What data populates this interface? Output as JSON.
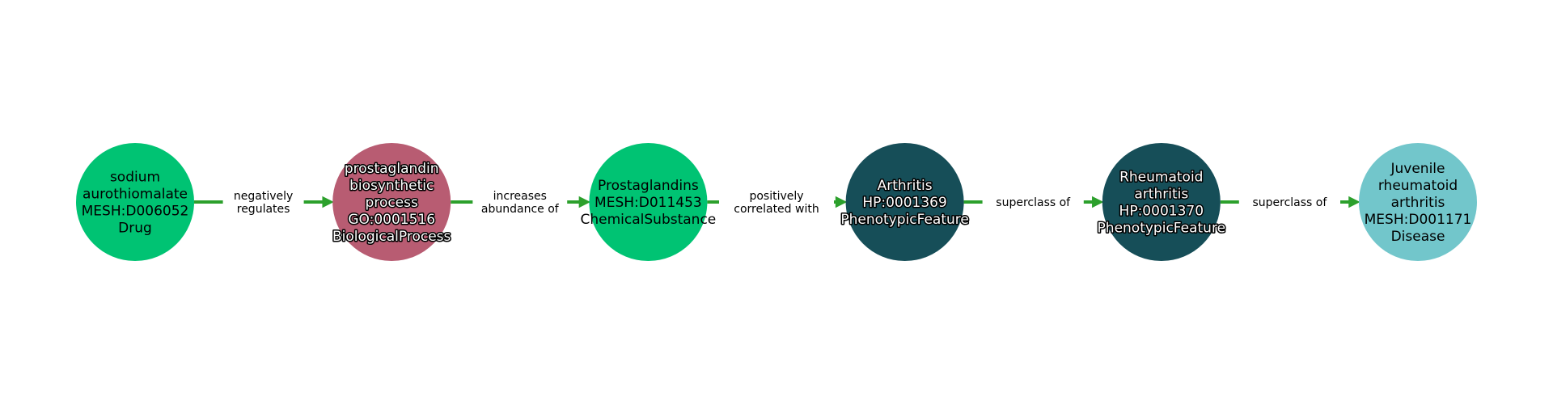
{
  "edge_color": "#2ca02c",
  "nodes": [
    {
      "lines": [
        "sodium",
        "aurothiomalate",
        "MESH:D006052",
        "Drug"
      ],
      "color": "#00c373",
      "halo": false
    },
    {
      "lines": [
        "prostaglandin",
        "biosynthetic",
        "process",
        "GO:0001516",
        "BiologicalProcess"
      ],
      "color": "#b85c72",
      "halo": true
    },
    {
      "lines": [
        "Prostaglandins",
        "MESH:D011453",
        "ChemicalSubstance"
      ],
      "color": "#00c373",
      "halo": false
    },
    {
      "lines": [
        "Arthritis",
        "HP:0001369",
        "PhenotypicFeature"
      ],
      "color": "#164e58",
      "halo": true
    },
    {
      "lines": [
        "Rheumatoid",
        "arthritis",
        "HP:0001370",
        "PhenotypicFeature"
      ],
      "color": "#164e58",
      "halo": true
    },
    {
      "lines": [
        "Juvenile",
        "rheumatoid",
        "arthritis",
        "MESH:D001171",
        "Disease"
      ],
      "color": "#72c6cb",
      "halo": false
    }
  ],
  "edges": [
    {
      "lines": [
        "negatively",
        "regulates"
      ]
    },
    {
      "lines": [
        "increases",
        "abundance of"
      ]
    },
    {
      "lines": [
        "positively",
        "correlated with"
      ]
    },
    {
      "lines": [
        "superclass of"
      ]
    },
    {
      "lines": [
        "superclass of"
      ]
    }
  ]
}
